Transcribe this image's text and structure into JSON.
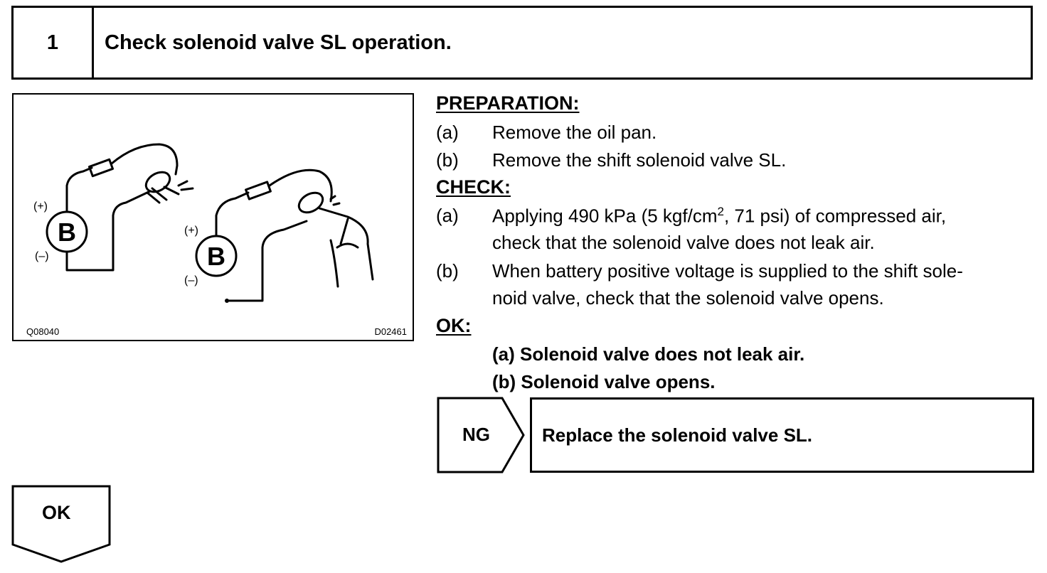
{
  "step": {
    "number": "1",
    "title": "Check solenoid valve SL operation."
  },
  "illustration": {
    "code_left": "Q08040",
    "code_right": "D02461",
    "battery_label": "B",
    "plus_label": "(+)",
    "minus_label": "(–)"
  },
  "preparation": {
    "heading": "PREPARATION:",
    "items": [
      {
        "label": "(a)",
        "text": "Remove the oil pan."
      },
      {
        "label": "(b)",
        "text": "Remove the shift solenoid valve SL."
      }
    ]
  },
  "check": {
    "heading": "CHECK:",
    "items": [
      {
        "label": "(a)",
        "line1_before": "Applying 490 kPa (5 kgf/cm",
        "line1_sup": "2",
        "line1_after": ", 71 psi) of compressed air,",
        "line2": "check that the solenoid valve does not leak air."
      },
      {
        "label": "(b)",
        "line1": "When battery positive voltage is supplied to the shift sole-",
        "line2": "noid valve, check that the solenoid valve opens."
      }
    ]
  },
  "ok": {
    "heading": "OK:",
    "lines": [
      "(a) Solenoid valve does not leak air.",
      "(b) Solenoid valve opens."
    ]
  },
  "ng": {
    "label": "NG",
    "action": "Replace the solenoid valve SL."
  },
  "ok_result": {
    "label": "OK"
  }
}
